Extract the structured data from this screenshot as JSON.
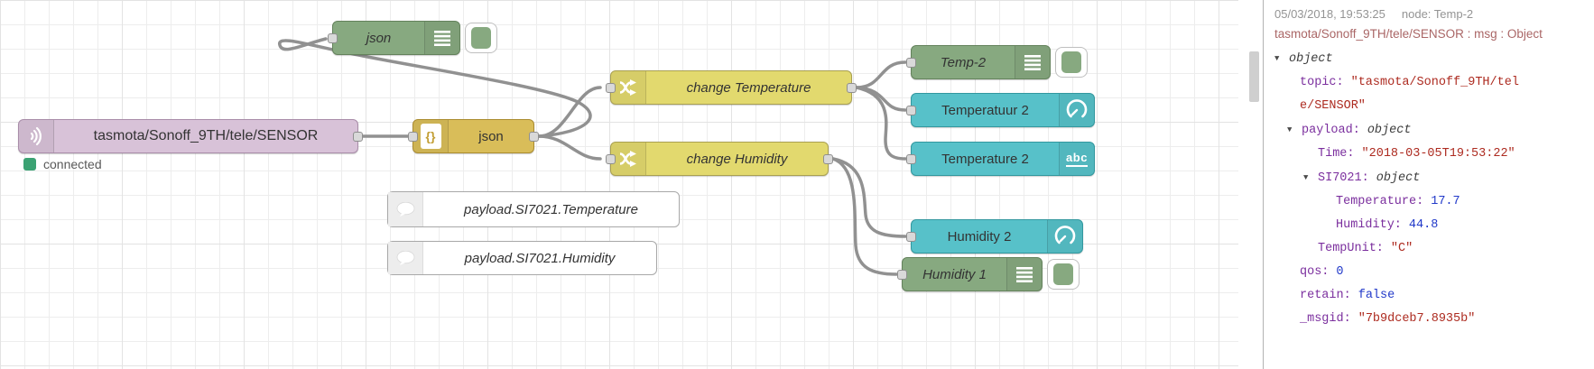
{
  "canvas": {
    "colors": {
      "mqtt": "#d8c2d8",
      "debug": "#87a980",
      "json": "#d9bd59",
      "change": "#e2d96e",
      "ui": "#57c1c9",
      "comment": "#ffffff",
      "wire": "#919191",
      "port": "#d9d9d9",
      "status": "#3ba273"
    },
    "abc_icon_label": "abc",
    "nodes": {
      "mqtt": {
        "label": "tasmota/Sonoff_9TH/tele/SENSOR",
        "status": "connected",
        "icon": "wifi-icon"
      },
      "json_debug": {
        "label": "json",
        "icon": "list-icon"
      },
      "json_parser": {
        "label": "json",
        "icon": "json-file-icon"
      },
      "change_temperature": {
        "label": "change Temperature",
        "icon": "shuffle-icon"
      },
      "change_humidity": {
        "label": "change Humidity",
        "icon": "shuffle-icon"
      },
      "temp_2": {
        "label": "Temp-2",
        "icon": "list-icon"
      },
      "temperatuur_2": {
        "label": "Temperatuur 2",
        "icon": "gauge-icon"
      },
      "temperature_2": {
        "label": "Temperature 2",
        "icon": "abc-icon"
      },
      "humidity_2": {
        "label": "Humidity 2",
        "icon": "gauge-icon"
      },
      "humidity_1": {
        "label": "Humidity 1",
        "icon": "list-icon"
      },
      "comment_temperature": {
        "label": "payload.SI7021.Temperature",
        "icon": "comment-bubble-icon"
      },
      "comment_humidity": {
        "label": "payload.SI7021.Humidity",
        "icon": "comment-bubble-icon"
      }
    }
  },
  "sidebar": {
    "meta": {
      "timestamp": "05/03/2018, 19:53:25",
      "node_ref": "node: Temp-2"
    },
    "topic_line": "tasmota/Sonoff_9TH/tele/SENSOR : msg : Object",
    "tree": {
      "caret": "▼",
      "rows": [
        {
          "value": "object",
          "type": "object"
        },
        {
          "key": "topic:",
          "value": "\"tasmota/Sonoff_9TH/tele/SENSOR\"",
          "type": "string"
        },
        {
          "key": "payload:",
          "value": "object",
          "type": "object"
        },
        {
          "key": "Time:",
          "value": "\"2018-03-05T19:53:22\"",
          "type": "string"
        },
        {
          "key": "SI7021:",
          "value": "object",
          "type": "object"
        },
        {
          "key": "Temperature:",
          "value": "17.7",
          "type": "number"
        },
        {
          "key": "Humidity:",
          "value": "44.8",
          "type": "number"
        },
        {
          "key": "TempUnit:",
          "value": "\"C\"",
          "type": "string"
        },
        {
          "key": "qos:",
          "value": "0",
          "type": "number"
        },
        {
          "key": "retain:",
          "value": "false",
          "type": "boolean"
        },
        {
          "key": "_msgid:",
          "value": "\"7b9dceb7.8935b\"",
          "type": "string"
        }
      ]
    }
  }
}
